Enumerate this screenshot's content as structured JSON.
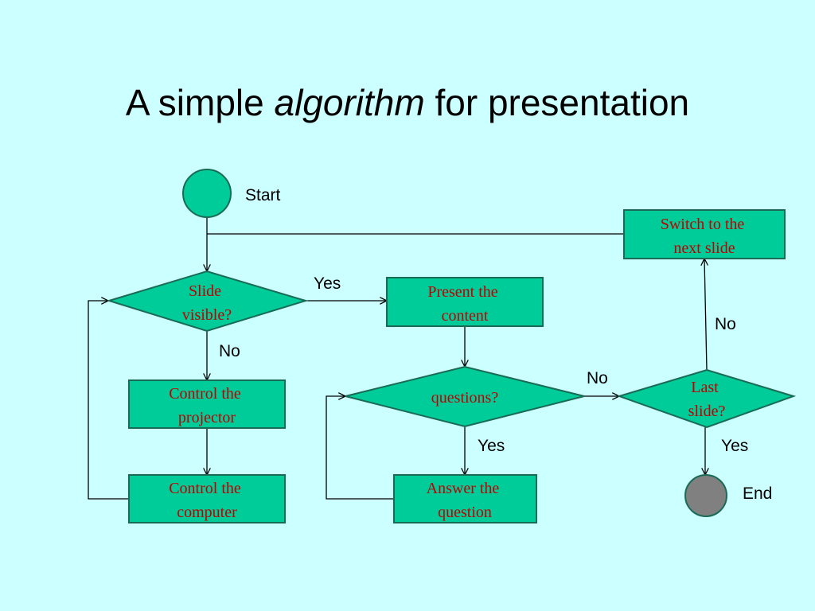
{
  "title": {
    "before": "A simple ",
    "emphasis": "algorithm",
    "after": " for presentation"
  },
  "colors": {
    "background": "#ccffff",
    "node_fill": "#00cc99",
    "node_text": "#c00000",
    "end_fill": "#808080",
    "line": "#000000"
  },
  "nodes": {
    "start": {
      "shape": "circle"
    },
    "switch": {
      "shape": "rectangle",
      "lines": [
        "Switch to the",
        "next slide"
      ]
    },
    "visible": {
      "shape": "diamond",
      "lines": [
        "Slide",
        "visible?"
      ]
    },
    "present": {
      "shape": "rectangle",
      "lines": [
        "Present the",
        "content"
      ]
    },
    "projector": {
      "shape": "rectangle",
      "lines": [
        "Control the",
        "projector"
      ]
    },
    "questions": {
      "shape": "diamond",
      "lines": [
        "questions?"
      ]
    },
    "last": {
      "shape": "diamond",
      "lines": [
        "Last",
        "slide?"
      ]
    },
    "computer": {
      "shape": "rectangle",
      "lines": [
        "Control the",
        "computer"
      ]
    },
    "answer": {
      "shape": "rectangle",
      "lines": [
        "Answer the",
        "question"
      ]
    },
    "end": {
      "shape": "circle"
    }
  },
  "labels": {
    "start": "Start",
    "end": "End",
    "visible_yes": "Yes",
    "visible_no": "No",
    "questions_no": "No",
    "questions_yes": "Yes",
    "last_no": "No",
    "last_yes": "Yes"
  }
}
